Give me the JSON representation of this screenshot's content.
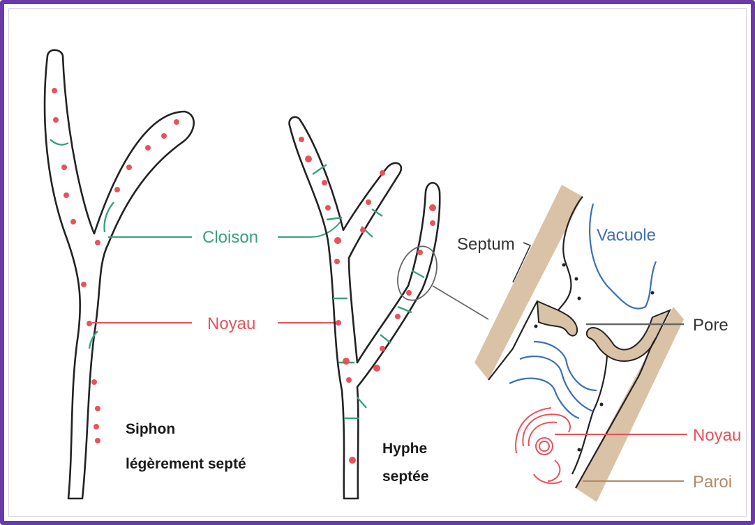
{
  "labels": {
    "cloison": "Cloison",
    "noyau_left": "Noyau",
    "siphon_line1": "Siphon",
    "siphon_line2": "légèrement septé",
    "hyphe_line1": "Hyphe",
    "hyphe_line2": "septée",
    "septum": "Septum",
    "vacuole": "Vacuole",
    "pore": "Pore",
    "noyau_right": "Noyau",
    "paroi": "Paroi"
  },
  "colors": {
    "frame": "#6a3aa8",
    "wall_fill": "#d9c2a6",
    "septum_green": "#3aa07a",
    "nucleus_red": "#e8525a",
    "vacuole_blue": "#3a6fb8",
    "outline": "#222222",
    "pore_gray": "#666666"
  }
}
